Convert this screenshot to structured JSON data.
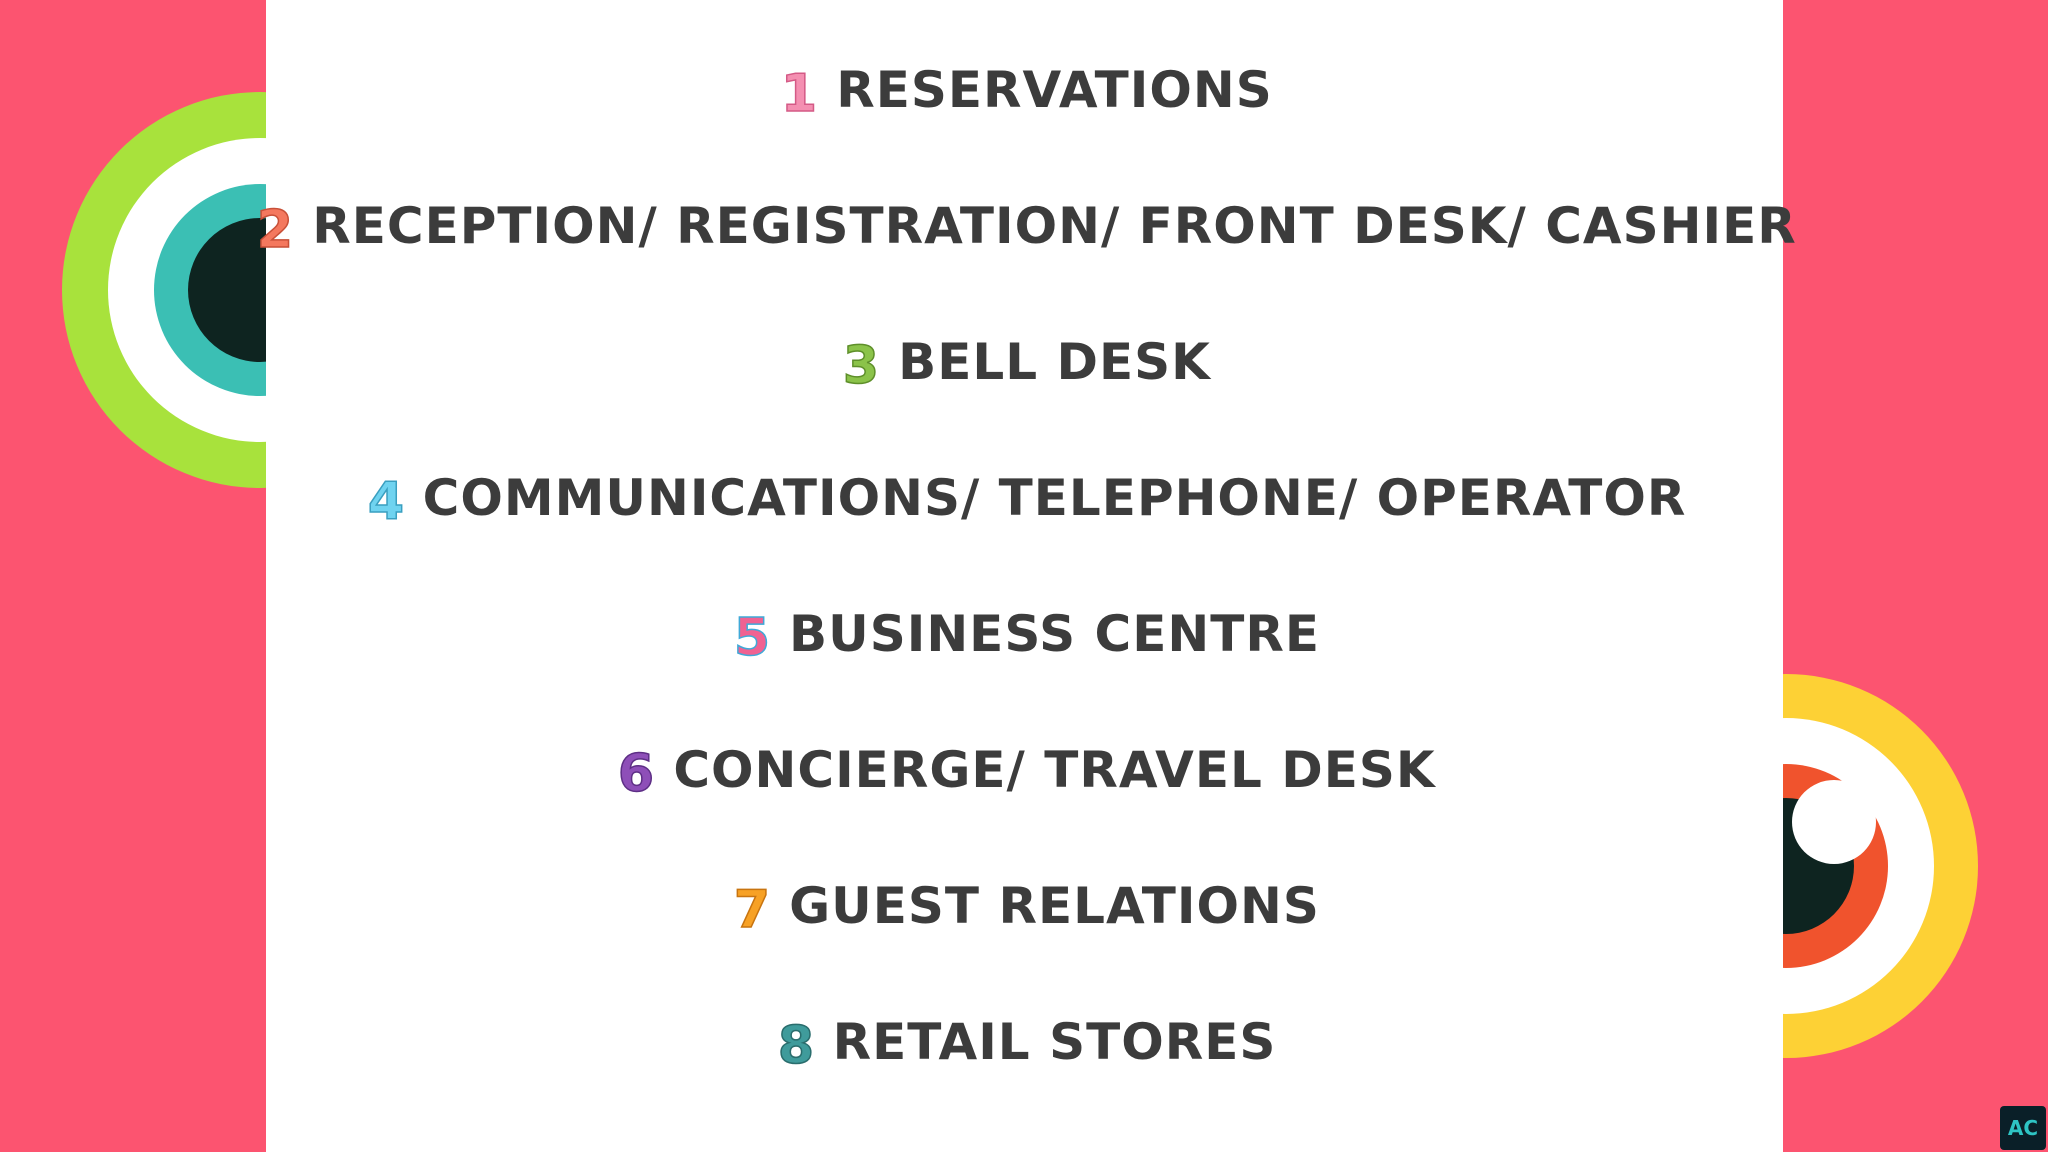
{
  "items": [
    {
      "number": "1",
      "label": "RESERVATIONS",
      "color": "#f48fb1"
    },
    {
      "number": "2",
      "label": "RECEPTION/ REGISTRATION/ FRONT DESK/ CASHIER",
      "color": "#f4785e"
    },
    {
      "number": "3",
      "label": "BELL DESK",
      "color": "#8bc34a"
    },
    {
      "number": "4",
      "label": "COMMUNICATIONS/ TELEPHONE/ OPERATOR",
      "color": "#6fd3f0"
    },
    {
      "number": "5",
      "label": "BUSINESS CENTRE",
      "color": "#f06292"
    },
    {
      "number": "6",
      "label": "CONCIERGE/ TRAVEL DESK",
      "color": "#8e4fb8"
    },
    {
      "number": "7",
      "label": "GUEST RELATIONS",
      "color": "#f7a125"
    },
    {
      "number": "8",
      "label": "RETAIL STORES",
      "color": "#3f9b9b"
    }
  ],
  "logo": {
    "text": "AC"
  },
  "colors": {
    "background": "#fc5470",
    "panel": "#ffffff",
    "text": "#3c3c3c",
    "ring_left_outer": "#a8e23c",
    "ring_left_middle": "#3bbfb4",
    "ring_left_core": "#0e2420",
    "ring_right_outer": "#fdd135",
    "ring_right_middle": "#f0532d",
    "ring_right_core": "#0e2420"
  }
}
